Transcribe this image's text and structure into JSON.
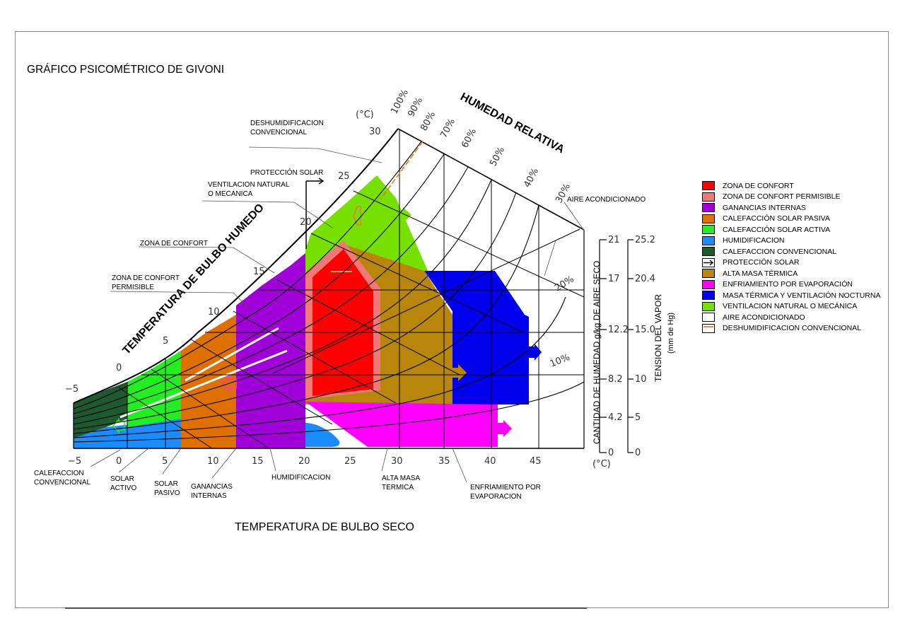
{
  "title": "GRÁFICO PSICOMÉTRICO DE GIVONI",
  "axes": {
    "x_title": "TEMPERATURA DE BULBO SECO",
    "wet_bulb_title": "TEMPERATURA DE BULBO HUMEDO",
    "rh_title": "HUMEDAD RELATIVA",
    "humidity_title": "CANTIDAD DE HUMEDAD g/kg DE AIRE SECO",
    "vapor_title": "TENSION DEL VAPOR",
    "vapor_unit": "(mm de Hg)",
    "unit_celsius_top": "(°C)",
    "unit_celsius_bottom": "(°C)",
    "x_ticks": [
      "−5",
      "0",
      "5",
      "10",
      "15",
      "20",
      "25",
      "30",
      "35",
      "40",
      "45"
    ],
    "wet_bulb_ticks": [
      "−5",
      "0",
      "5",
      "10",
      "15",
      "20",
      "25",
      "30"
    ],
    "rh_ticks": [
      "100%",
      "90%",
      "80%",
      "70%",
      "60%",
      "50%",
      "40%",
      "30%",
      "20%",
      "10%"
    ],
    "humidity_ticks": [
      "21",
      "17",
      "12.2",
      "8.2",
      "4.2",
      "0"
    ],
    "vapor_ticks": [
      "25.2",
      "20.4",
      "15.0",
      "10",
      "5",
      "0"
    ]
  },
  "legend": [
    {
      "label": "ZONA DE CONFORT",
      "color": "#ff0000"
    },
    {
      "label": "ZONA DE CONFORT PERMISIBLE",
      "color": "#f07878"
    },
    {
      "label": "GANANCIAS INTERNAS",
      "color": "#a000d8"
    },
    {
      "label": "CALEFACCIÓN SOLAR PASIVA",
      "color": "#dd7000"
    },
    {
      "label": "CALEFACCIÓN SOLAR  ACTIVA",
      "color": "#22ee22"
    },
    {
      "label": "HUMIDIFICACION",
      "color": "#1a8cff"
    },
    {
      "label": "CALEFACCION CONVENCIONAL",
      "color": "#1e5a30"
    },
    {
      "label": "PROTECCIÓN SOLAR",
      "color": "arrow"
    },
    {
      "label": "ALTA MASA TÉRMICA",
      "color": "#b8860b"
    },
    {
      "label": "ENFRIAMIENTO POR EVAPORACIÓN",
      "color": "#ff00ff"
    },
    {
      "label": "MASA TÉRMICA Y VENTILACIÓN NOCTURNA",
      "color": "#0000ee"
    },
    {
      "label": "VENTILACION NATURAL O MECÁNICA",
      "color": "#77e000"
    },
    {
      "label": "AIRE ACONDICIONADO",
      "color": "#ffffff"
    },
    {
      "label": "DESHUMIDIFICACION CONVENCIONAL",
      "color": "orange-line"
    }
  ],
  "annotations": {
    "deshumidificacion_l1": "DESHUMIDIFICACION",
    "deshumidificacion_l2": "CONVENCIONAL",
    "proteccion_solar": "PROTECCIÓN SOLAR",
    "ventilacion_l1": "VENTILACION NATURAL",
    "ventilacion_l2": "O MECANICA",
    "zona_confort": "ZONA DE CONFORT",
    "zona_permisible_l1": "ZONA DE CONFORT",
    "zona_permisible_l2": "PERMISIBLE",
    "aire_acondicionado": "AIRE ACONDICIONADO",
    "calefaccion_l1": "CALEFACCION",
    "calefaccion_l2": "CONVENCIONAL",
    "solar_activo_l1": "SOLAR",
    "solar_activo_l2": "ACTIVO",
    "solar_pasivo_l1": "SOLAR",
    "solar_pasivo_l2": "PASIVO",
    "ganancias_l1": "GANANCIAS",
    "ganancias_l2": "INTERNAS",
    "humidificacion": "HUMIDIFICACION",
    "alta_masa_l1": "ALTA MASA",
    "alta_masa_l2": "TERMICA",
    "enfriamiento_l1": "ENFRIAMIENTO POR",
    "enfriamiento_l2": "EVAPORACION"
  }
}
